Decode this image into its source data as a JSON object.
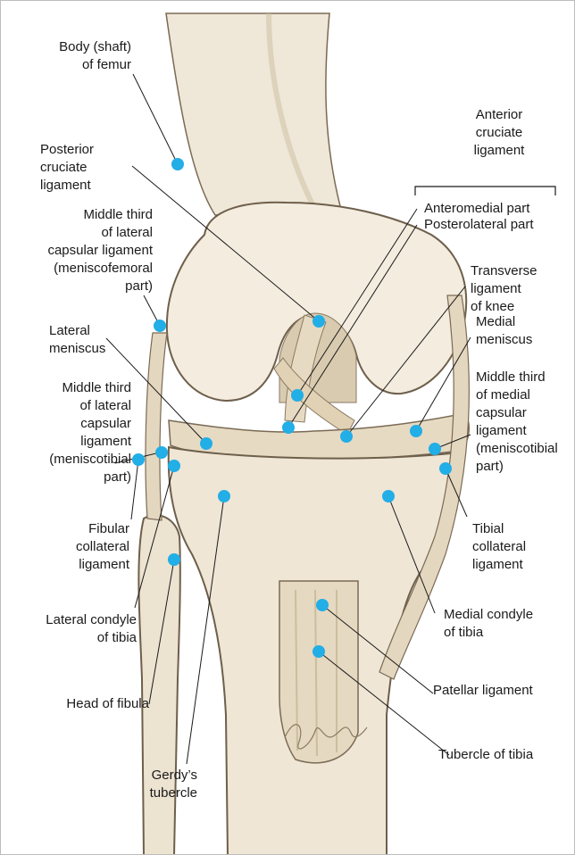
{
  "labels": {
    "body_femur": "Body (shaft)\nof femur",
    "acl_title": "Anterior\ncruciate\nligament",
    "pcl": "Posterior\ncruciate\nligament",
    "middle_third_lat_femoral": "Middle third\nof lateral\ncapsular ligament\n(meniscofemoral\npart)",
    "acl_anteromedial": "Anteromedial part",
    "acl_posterolateral": "Posterolateral part",
    "transverse_ligament": "Transverse\nligament\nof knee",
    "medial_meniscus": "Medial\nmeniscus",
    "lateral_meniscus": "Lateral\nmeniscus",
    "middle_third_lat_tibial": "Middle third\nof lateral\ncapsular\nligament\n(meniscotibial\npart)",
    "middle_third_med_tibial": "Middle third\nof medial\ncapsular\nligament\n(meniscotibial\npart)",
    "fibular_collateral": "Fibular\ncollateral\nligament",
    "tibial_collateral": "Tibial\ncollateral\nligament",
    "lateral_condyle": "Lateral condyle\nof tibia",
    "medial_condyle": "Medial condyle\nof tibia",
    "head_fibula": "Head of fibula",
    "patellar_ligament": "Patellar ligament",
    "tubercle_tibia": "Tubercle of tibia",
    "gerdys": "Gerdy’s\ntubercle"
  },
  "colors": {
    "marker": "#22aee6",
    "leader": "#1a1a1a",
    "bone_fill": "#eee5d4",
    "bone_stroke": "#7a6a55",
    "ligament_fill": "#e4d7bf"
  }
}
